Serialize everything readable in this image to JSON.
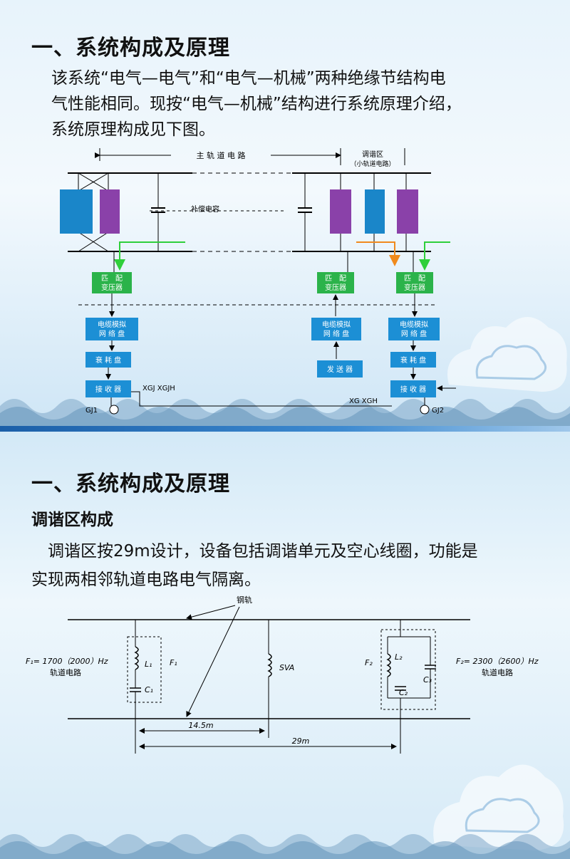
{
  "slide1": {
    "title": "一、系统构成及原理",
    "paragraph_lines": [
      "该系统“电气—电气”和“电气—机械”两种绝缘节结构电",
      "气性能相同。现按“电气—机械”结构进行系统原理介绍，",
      "系统原理构成见下图。"
    ],
    "diagram": {
      "main_track_label": "主 轨 道 电 路",
      "tuning_zone_label": "调谐区",
      "tuning_zone_sub": "（小轨道电路）",
      "capacitor_label": "补偿电容",
      "matching_transformer": [
        "匹　配",
        "变压器"
      ],
      "cable_network": [
        "电缆模拟",
        "网 络 盘"
      ],
      "attenuator": "衰 耗 盘",
      "receiver": "接 收 器",
      "transmitter": "发 送 器",
      "xgj_label": "XGJ  XGJH",
      "xg_label": "XG  XGH",
      "gj1": "GJ1",
      "gj2": "GJ2"
    }
  },
  "slide2": {
    "title": "一、系统构成及原理",
    "subtitle": "调谐区构成",
    "paragraph_lines": [
      "　调谐区按29m设计，设备包括调谐单元及空心线圈，功能是",
      "实现两相邻轨道电路电气隔离。"
    ],
    "diagram": {
      "rail_label": "钢轨",
      "f1_line1": "F₁= 1700（2000）Hz",
      "f1_line2": "轨道电路",
      "f1": "F₁",
      "l1": "L₁",
      "c1": "C₁",
      "sva": "SVA",
      "f2": "F₂",
      "l2": "L₂",
      "c2": "C₂",
      "c3": "C₃",
      "f2_line1": "F₂= 2300（2600）Hz",
      "f2_line2": "轨道电路",
      "dim_half": "14.5m",
      "dim_full": "29m"
    }
  },
  "colors": {
    "transformer_blue": "#1a86c9",
    "transformer_purple": "#8a41a9",
    "box_green": "#2bb34a",
    "box_blue": "#1c8fd5",
    "arrow_green": "#2fcf3a",
    "arrow_orange": "#f08a1c",
    "divider_blue": "#1b5fa8"
  }
}
